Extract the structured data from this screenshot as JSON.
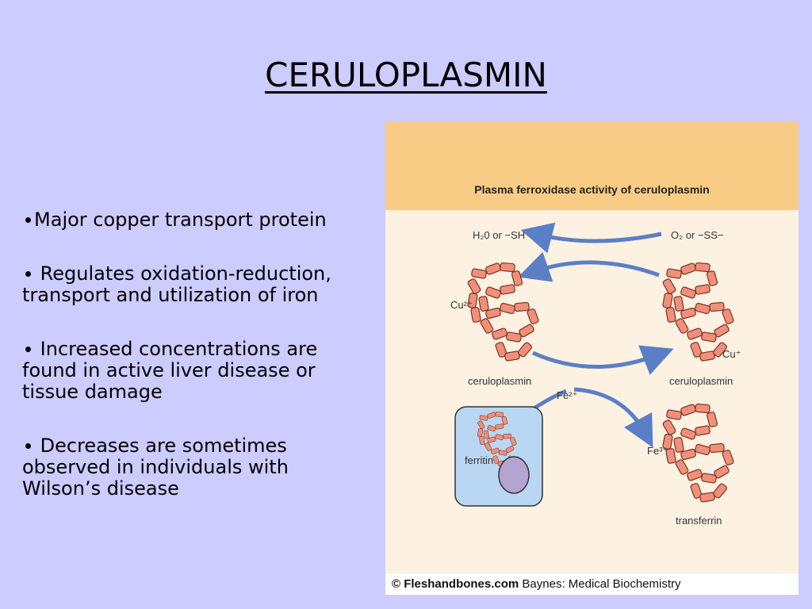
{
  "slide": {
    "title": "CERULOPLASMIN",
    "bullets": [
      "∙Major copper transport protein",
      "∙ Regulates oxidation-reduction, transport and utilization of iron",
      "∙ Increased concentrations are found in active liver disease or tissue damage",
      "∙ Decreases are sometimes observed in individuals with Wilson’s disease"
    ]
  },
  "figure": {
    "title": "Plasma ferroxidase activity of ceruloplasmin",
    "labels": {
      "h2o_sh": "H₂0 or −SH",
      "o2_ss": "O₂ or −SS−",
      "cu2": "Cu²⁺",
      "cu1": "Cu⁺",
      "ceruloplasmin_left": "ceruloplasmin",
      "ceruloplasmin_right": "ceruloplasmin",
      "fe2": "Fe²⁺",
      "fe3": "Fe³⁺",
      "ferritin": "ferritin",
      "transferrin": "transferrin"
    },
    "credit_source": "© Fleshandbones.com",
    "credit_book": "Baynes: Medical Biochemistry"
  },
  "colors": {
    "background": "#ccccff",
    "figure_header": "#f9cc86",
    "figure_body": "#fdf2e1",
    "protein_fill": "#f0907a",
    "arrow": "#5b7fc6",
    "cell_fill": "#b9d7f3",
    "nucleus_fill": "#b4a4d0"
  }
}
